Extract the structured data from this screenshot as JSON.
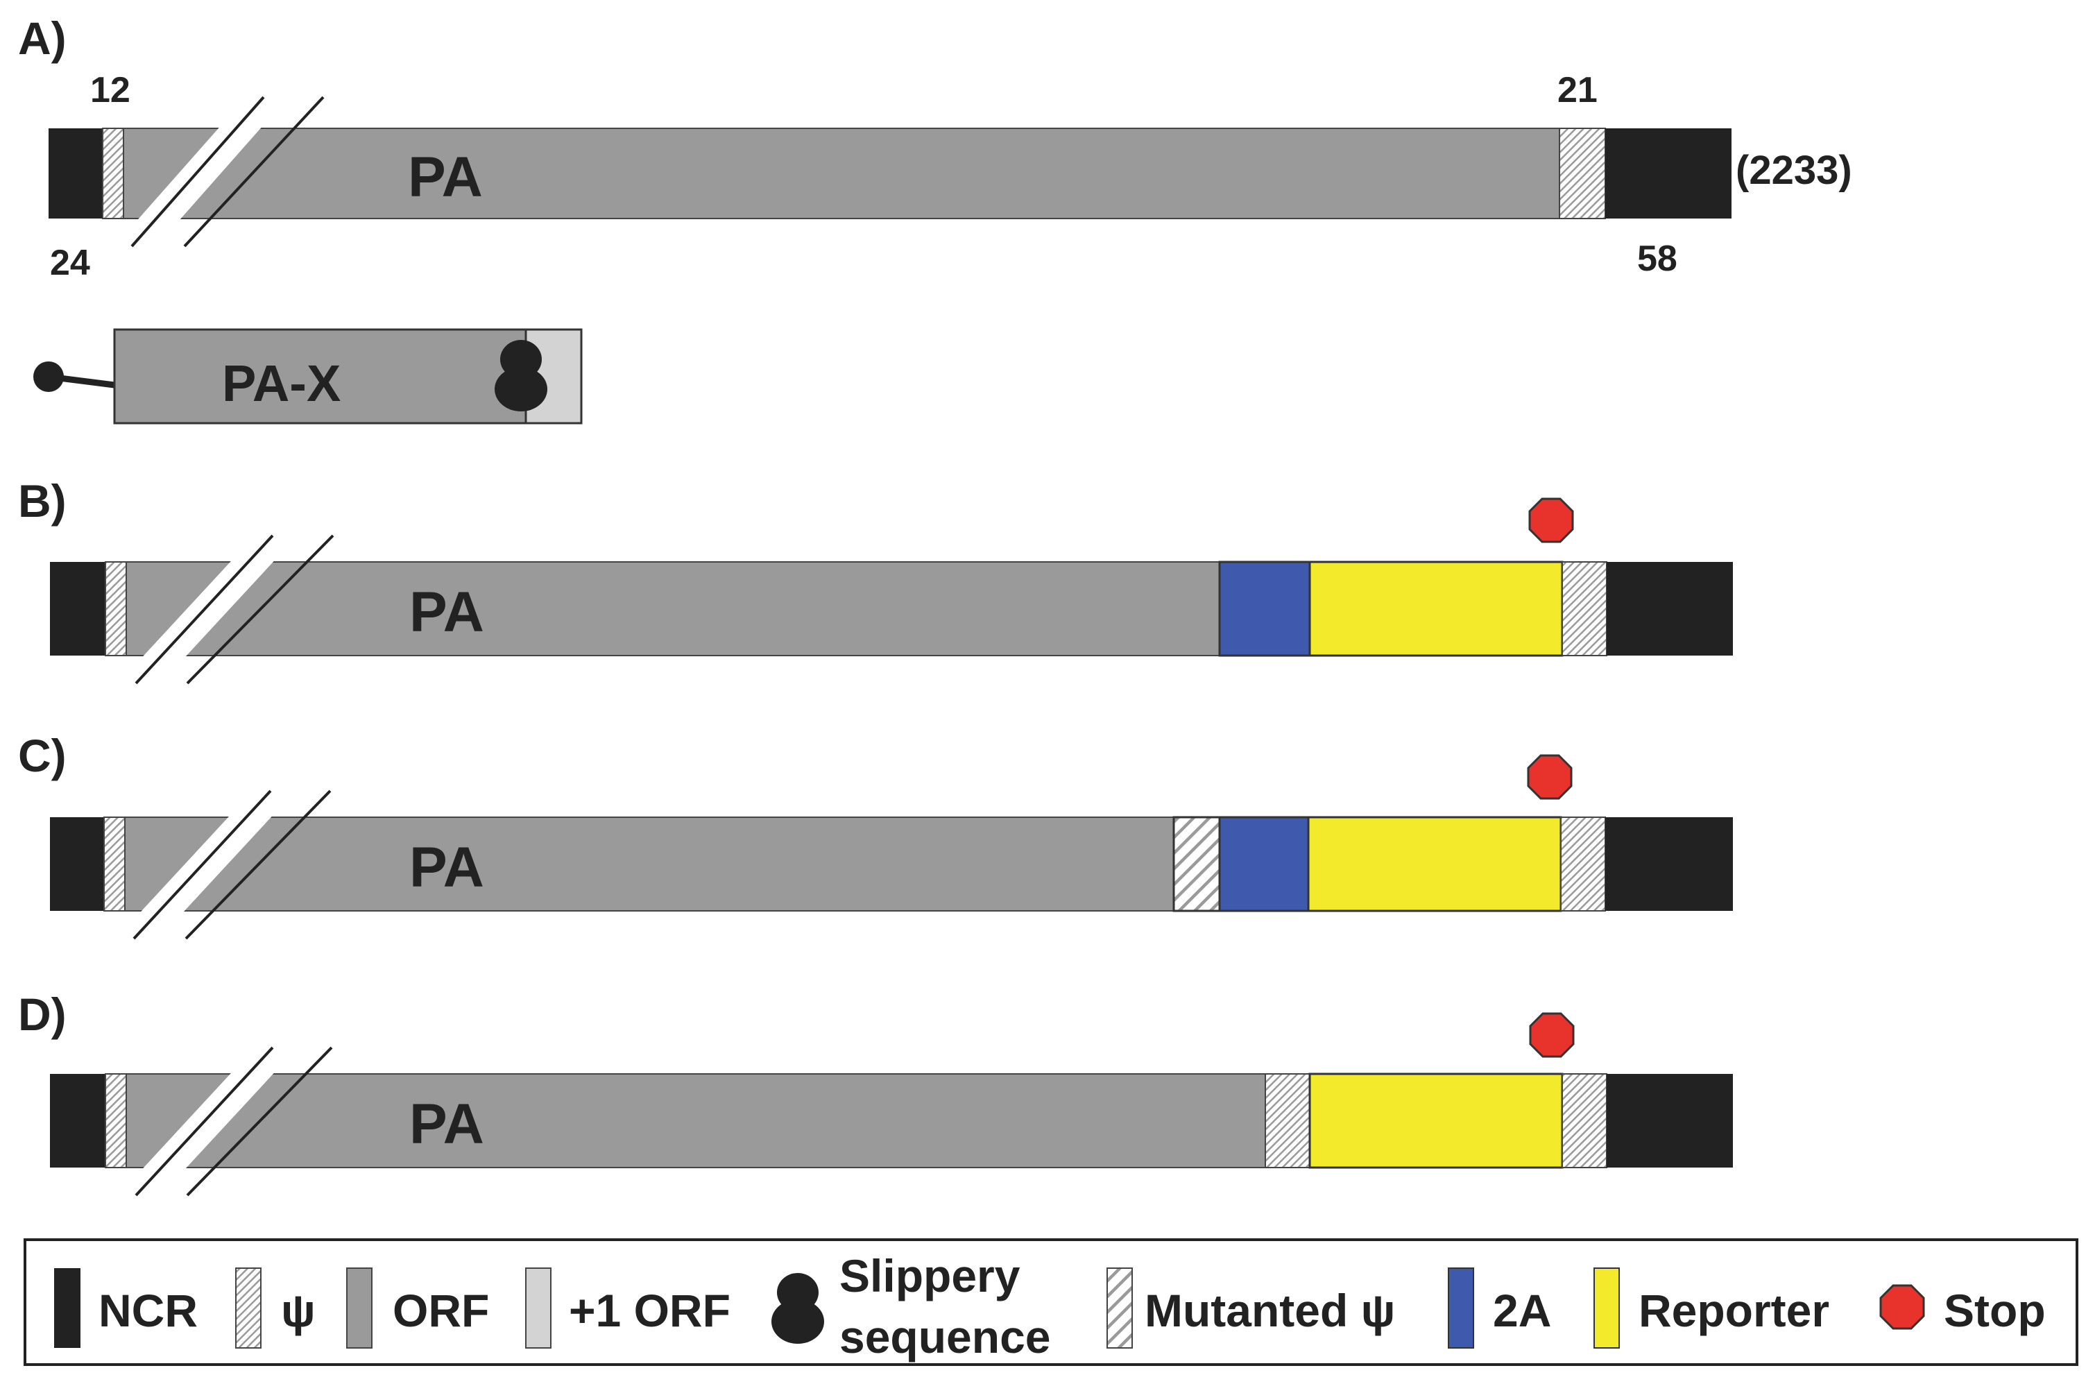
{
  "colors": {
    "ncr": "#222222",
    "orf": "#9a9a9a",
    "plus1_orf": "#d3d3d3",
    "twoA": "#3f5aac",
    "reporter": "#f3ea2c",
    "stop": "#e8322c",
    "outline": "#333333"
  },
  "panels": {
    "a": {
      "letter": "A)",
      "orf_label": "PA",
      "num_top_left": "12",
      "num_top_right": "21",
      "num_bottom_left": "24",
      "num_bottom_right": "58",
      "length": "(2233)",
      "pax_label": "PA-X"
    },
    "b": {
      "letter": "B)",
      "orf_label": "PA"
    },
    "c": {
      "letter": "C)",
      "orf_label": "PA"
    },
    "d": {
      "letter": "D)",
      "orf_label": "PA"
    }
  },
  "legend": {
    "ncr": "NCR",
    "psi": "ψ",
    "orf": "ORF",
    "plus1_orf": "+1 ORF",
    "slippery_line1": "Slippery",
    "slippery_line2": "sequence",
    "mutated_psi": "Mutanted ψ",
    "twoA": "2A",
    "reporter": "Reporter",
    "stop": "Stop"
  }
}
